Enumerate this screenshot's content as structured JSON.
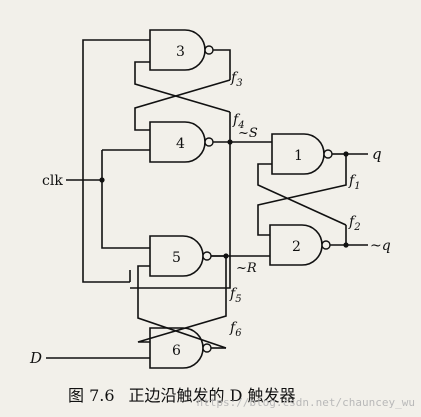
{
  "gates": {
    "g1": "1",
    "g2": "2",
    "g3": "3",
    "g4": "4",
    "g5": "5",
    "g6": "6"
  },
  "signals": {
    "f1": "f",
    "f1_sub": "1",
    "f2": "f",
    "f2_sub": "2",
    "f3": "f",
    "f3_sub": "3",
    "f4": "f",
    "f4_sub": "4",
    "f5": "f",
    "f5_sub": "5",
    "f6": "f",
    "f6_sub": "6",
    "not_s": "~S",
    "not_r": "~R"
  },
  "ports": {
    "clk": "clk",
    "d": "D",
    "q": "q",
    "not_q": "~q"
  },
  "caption": {
    "figure": "图 7.6",
    "title": "正边沿触发的 D 触发器"
  },
  "watermark": "https://blog.csdn.net/chauncey_wu",
  "colors": {
    "ink": "#111111",
    "paper": "#f2f0ea"
  }
}
